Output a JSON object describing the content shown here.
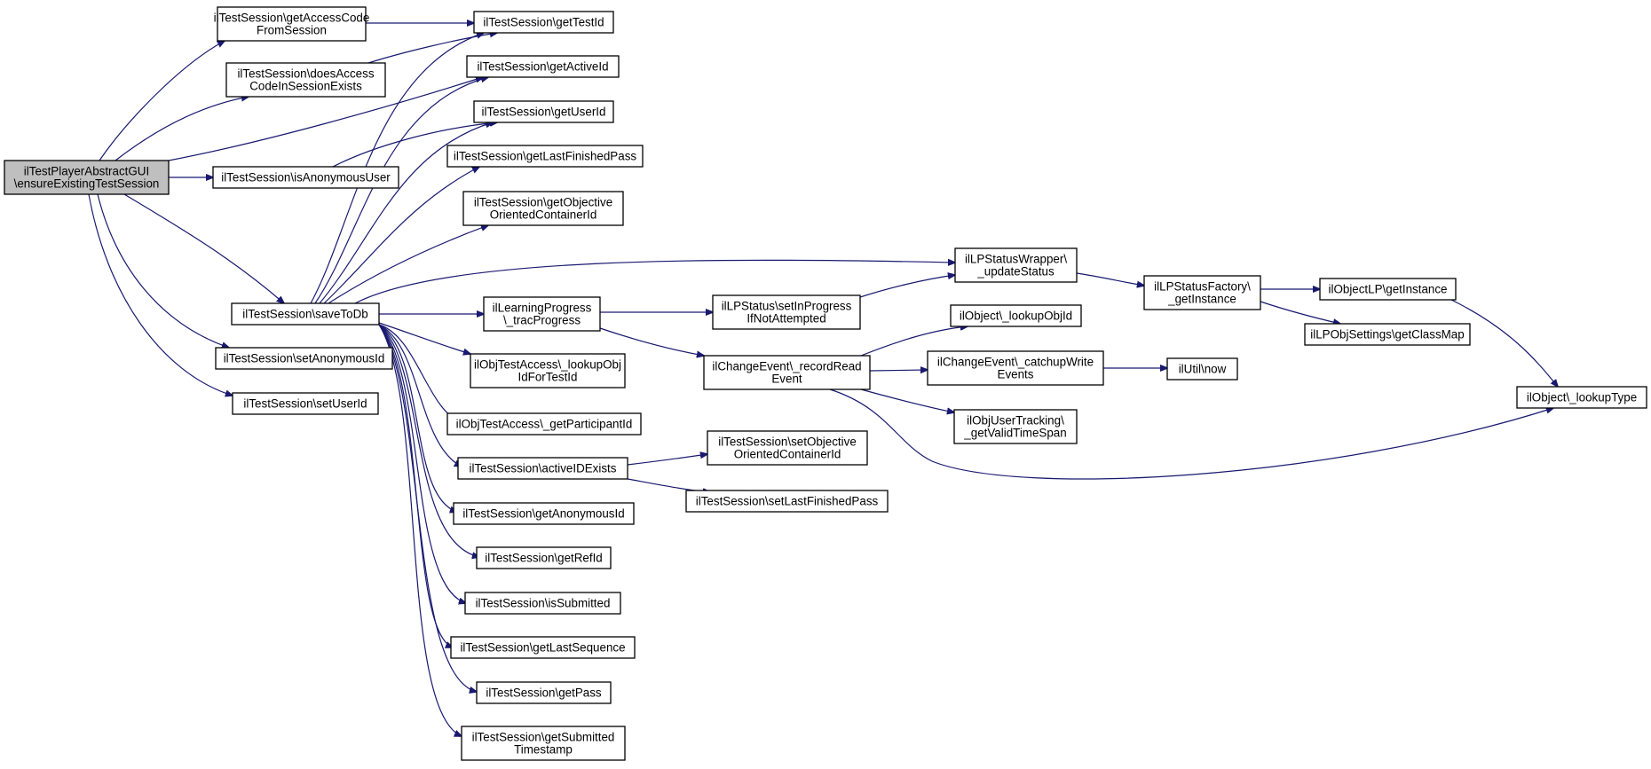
{
  "colors": {
    "edge": "#191970",
    "root_fill": "#bfbfbf",
    "node_fill": "#ffffff",
    "node_border": "#000000"
  },
  "nodes": {
    "root": [
      "ilTestPlayerAbstractGUI",
      "\\ensureExistingTestSession"
    ],
    "getAccessCodeFromSession": [
      "ilTestSession\\getAccessCode",
      "FromSession"
    ],
    "doesAccessCodeInSessionExists": [
      "ilTestSession\\doesAccess",
      "CodeInSessionExists"
    ],
    "isAnonymousUser": [
      "ilTestSession\\isAnonymousUser"
    ],
    "saveToDb": [
      "ilTestSession\\saveToDb"
    ],
    "setAnonymousId": [
      "ilTestSession\\setAnonymousId"
    ],
    "setUserId": [
      "ilTestSession\\setUserId"
    ],
    "getTestId": [
      "ilTestSession\\getTestId"
    ],
    "getActiveId": [
      "ilTestSession\\getActiveId"
    ],
    "getUserId": [
      "ilTestSession\\getUserId"
    ],
    "getLastFinishedPass": [
      "ilTestSession\\getLastFinishedPass"
    ],
    "getObjectiveOrientedContainerId": [
      "ilTestSession\\getObjective",
      "OrientedContainerId"
    ],
    "tracProgress": [
      "ilLearningProgress",
      "\\_tracProgress"
    ],
    "lookupObjIdForTestId": [
      "ilObjTestAccess\\_lookupObj",
      "IdForTestId"
    ],
    "getParticipantId": [
      "ilObjTestAccess\\_getParticipantId"
    ],
    "activeIDExists": [
      "ilTestSession\\activeIDExists"
    ],
    "getAnonymousId": [
      "ilTestSession\\getAnonymousId"
    ],
    "getRefId": [
      "ilTestSession\\getRefId"
    ],
    "isSubmitted": [
      "ilTestSession\\isSubmitted"
    ],
    "getLastSequence": [
      "ilTestSession\\getLastSequence"
    ],
    "getPass": [
      "ilTestSession\\getPass"
    ],
    "getSubmittedTimestamp": [
      "ilTestSession\\getSubmitted",
      "Timestamp"
    ],
    "setInProgressIfNotAttempted": [
      "ilLPStatus\\setInProgress",
      "IfNotAttempted"
    ],
    "recordReadEvent": [
      "ilChangeEvent\\_recordRead",
      "Event"
    ],
    "setObjectiveOrientedContainerId": [
      "ilTestSession\\setObjective",
      "OrientedContainerId"
    ],
    "setLastFinishedPass": [
      "ilTestSession\\setLastFinishedPass"
    ],
    "updateStatus": [
      "ilLPStatusWrapper\\",
      "_updateStatus"
    ],
    "lookupObjId": [
      "ilObject\\_lookupObjId"
    ],
    "catchupWriteEvents": [
      "ilChangeEvent\\_catchupWrite",
      "Events"
    ],
    "getValidTimeSpan": [
      "ilObjUserTracking\\",
      "_getValidTimeSpan"
    ],
    "lpStatusFactoryGetInstance": [
      "ilLPStatusFactory\\",
      "_getInstance"
    ],
    "now": [
      "ilUtil\\now"
    ],
    "objectLPGetInstance": [
      "ilObjectLP\\getInstance"
    ],
    "getClassMap": [
      "ilLPObjSettings\\getClassMap"
    ],
    "lookupType": [
      "ilObject\\_lookupType"
    ]
  },
  "edges": [
    [
      "root",
      "getAccessCodeFromSession"
    ],
    [
      "root",
      "doesAccessCodeInSessionExists"
    ],
    [
      "root",
      "getActiveId"
    ],
    [
      "root",
      "isAnonymousUser"
    ],
    [
      "root",
      "saveToDb"
    ],
    [
      "root",
      "setAnonymousId"
    ],
    [
      "root",
      "setUserId"
    ],
    [
      "getAccessCodeFromSession",
      "getTestId"
    ],
    [
      "doesAccessCodeInSessionExists",
      "getTestId"
    ],
    [
      "isAnonymousUser",
      "getUserId"
    ],
    [
      "saveToDb",
      "getTestId"
    ],
    [
      "saveToDb",
      "getActiveId"
    ],
    [
      "saveToDb",
      "getUserId"
    ],
    [
      "saveToDb",
      "getLastFinishedPass"
    ],
    [
      "saveToDb",
      "getObjectiveOrientedContainerId"
    ],
    [
      "saveToDb",
      "updateStatus"
    ],
    [
      "saveToDb",
      "tracProgress"
    ],
    [
      "saveToDb",
      "lookupObjIdForTestId"
    ],
    [
      "saveToDb",
      "getParticipantId"
    ],
    [
      "saveToDb",
      "activeIDExists"
    ],
    [
      "saveToDb",
      "getAnonymousId"
    ],
    [
      "saveToDb",
      "getRefId"
    ],
    [
      "saveToDb",
      "isSubmitted"
    ],
    [
      "saveToDb",
      "getLastSequence"
    ],
    [
      "saveToDb",
      "getPass"
    ],
    [
      "saveToDb",
      "getSubmittedTimestamp"
    ],
    [
      "tracProgress",
      "setInProgressIfNotAttempted"
    ],
    [
      "tracProgress",
      "recordReadEvent"
    ],
    [
      "setInProgressIfNotAttempted",
      "updateStatus"
    ],
    [
      "activeIDExists",
      "setObjectiveOrientedContainerId"
    ],
    [
      "activeIDExists",
      "setLastFinishedPass"
    ],
    [
      "recordReadEvent",
      "lookupObjId"
    ],
    [
      "recordReadEvent",
      "catchupWriteEvents"
    ],
    [
      "recordReadEvent",
      "getValidTimeSpan"
    ],
    [
      "recordReadEvent",
      "lookupType"
    ],
    [
      "catchupWriteEvents",
      "now"
    ],
    [
      "updateStatus",
      "lpStatusFactoryGetInstance"
    ],
    [
      "lpStatusFactoryGetInstance",
      "objectLPGetInstance"
    ],
    [
      "lpStatusFactoryGetInstance",
      "getClassMap"
    ],
    [
      "objectLPGetInstance",
      "lookupType"
    ]
  ]
}
